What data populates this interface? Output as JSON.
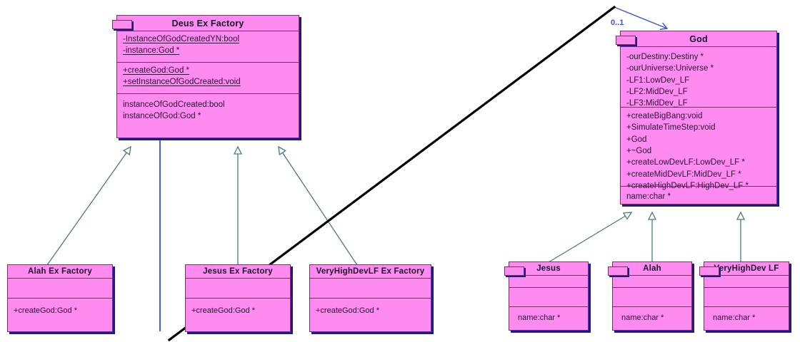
{
  "diagram": {
    "type": "uml-class-diagram",
    "background": "#ffffff",
    "class_fill": "#FF8BF0",
    "class_border": "#7A2E6E",
    "shadow_color": "#1B1B8A",
    "generalization_color": "#4A7A7A",
    "association_color": "#3b4fd8",
    "annotation_color": "#000000"
  },
  "classes": {
    "deus_ex_factory": {
      "name": "Deus Ex Factory",
      "attributes": [
        "-InstanceOfGodCreatedYN:bool",
        "-instance:God *"
      ],
      "operations": [
        "+createGod:God *",
        "+setInstanceOfGodCreated:void"
      ],
      "extra": [
        "instanceOfGodCreated:bool",
        "instanceOfGod:God *"
      ]
    },
    "god": {
      "name": "God",
      "attributes": [
        "-ourDestiny:Destiny *",
        "-ourUniverse:Universe *",
        "-LF1:LowDev_LF",
        "-LF2:MidDev_LF",
        "-LF3:MidDev_LF"
      ],
      "operations": [
        "+createBigBang:void",
        "+SimulateTimeStep:void",
        "+God",
        "+~God",
        "+createLowDevLF:LowDev_LF *",
        "+createMidDevLF:MidDev_LF *",
        "+createHighDevLF:HighDev_LF *"
      ],
      "extra": [
        "name:char *"
      ]
    },
    "alah_ex_factory": {
      "name": "Alah Ex Factory",
      "attributes": [],
      "operations": [
        "+createGod:God *"
      ]
    },
    "jesus_ex_factory": {
      "name": "Jesus Ex Factory",
      "attributes": [],
      "operations": [
        "+createGod:God *"
      ]
    },
    "veryhighdevlf_ex_factory": {
      "name": "VeryHighDevLF Ex Factory",
      "attributes": [],
      "operations": [
        "+createGod:God *"
      ]
    },
    "jesus": {
      "name": "Jesus",
      "attributes": [],
      "operations": [],
      "extra": [
        "name:char *"
      ]
    },
    "alah": {
      "name": "Alah",
      "attributes": [],
      "operations": [],
      "extra": [
        "name:char *"
      ]
    },
    "veryhighdev_lf": {
      "name": "VeryHighDev LF",
      "attributes": [],
      "operations": [],
      "extra": [
        "name:char *"
      ]
    }
  },
  "relationships": {
    "association_multiplicity": "0..1",
    "generalizations": [
      {
        "from": "Alah Ex Factory",
        "to": "Deus Ex Factory"
      },
      {
        "from": "Jesus Ex Factory",
        "to": "Deus Ex Factory"
      },
      {
        "from": "VeryHighDevLF Ex Factory",
        "to": "Deus Ex Factory"
      },
      {
        "from": "Jesus",
        "to": "God"
      },
      {
        "from": "Alah",
        "to": "God"
      },
      {
        "from": "VeryHighDev LF",
        "to": "God"
      }
    ],
    "associations": [
      {
        "from": "Deus Ex Factory",
        "to": "God",
        "multiplicity": "0..1"
      }
    ]
  }
}
